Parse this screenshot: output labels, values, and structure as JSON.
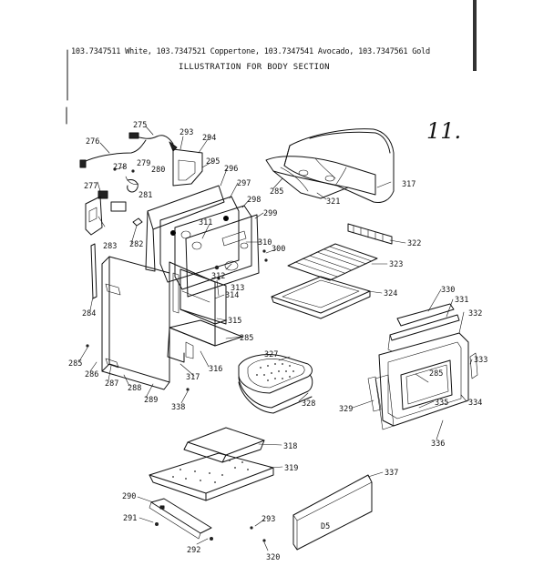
{
  "header": {
    "models": "103.7347511 White, 103.7347521 Coppertone, 103.7347541 Avocado, 103.7347561 Gold",
    "title": "ILLUSTRATION FOR BODY SECTION"
  },
  "page_marker": "11.",
  "parts": {
    "p275": "275",
    "p276": "276",
    "p277": "277",
    "p278": "278",
    "p279": "279",
    "p280": "280",
    "p281": "281",
    "p282": "282",
    "p283": "283",
    "p284": "284",
    "p285_a": "285",
    "p285_b": "285",
    "p285_c": "285",
    "p285_d": "285",
    "p286": "286",
    "p287": "287",
    "p288": "288",
    "p289": "289",
    "p290": "290",
    "p291": "291",
    "p292": "292",
    "p293_a": "293",
    "p293_b": "293",
    "p294": "294",
    "p295": "295",
    "p296": "296",
    "p297": "297",
    "p298": "298",
    "p299": "299",
    "p300": "300",
    "p310": "310",
    "p311": "311",
    "p312": "312",
    "p313": "313",
    "p314": "314",
    "p315": "315",
    "p316": "316",
    "p317_a": "317",
    "p317_b": "317",
    "p318": "318",
    "p319": "319",
    "p320": "320",
    "p321": "321",
    "p322": "322",
    "p323": "323",
    "p324": "324",
    "p327": "327",
    "p328": "328",
    "p329": "329",
    "p330": "330",
    "p331": "331",
    "p332": "332",
    "p333": "333",
    "p334": "334",
    "p335": "335",
    "p336": "336",
    "p337": "337",
    "p338": "338"
  },
  "panel_code": "D5"
}
